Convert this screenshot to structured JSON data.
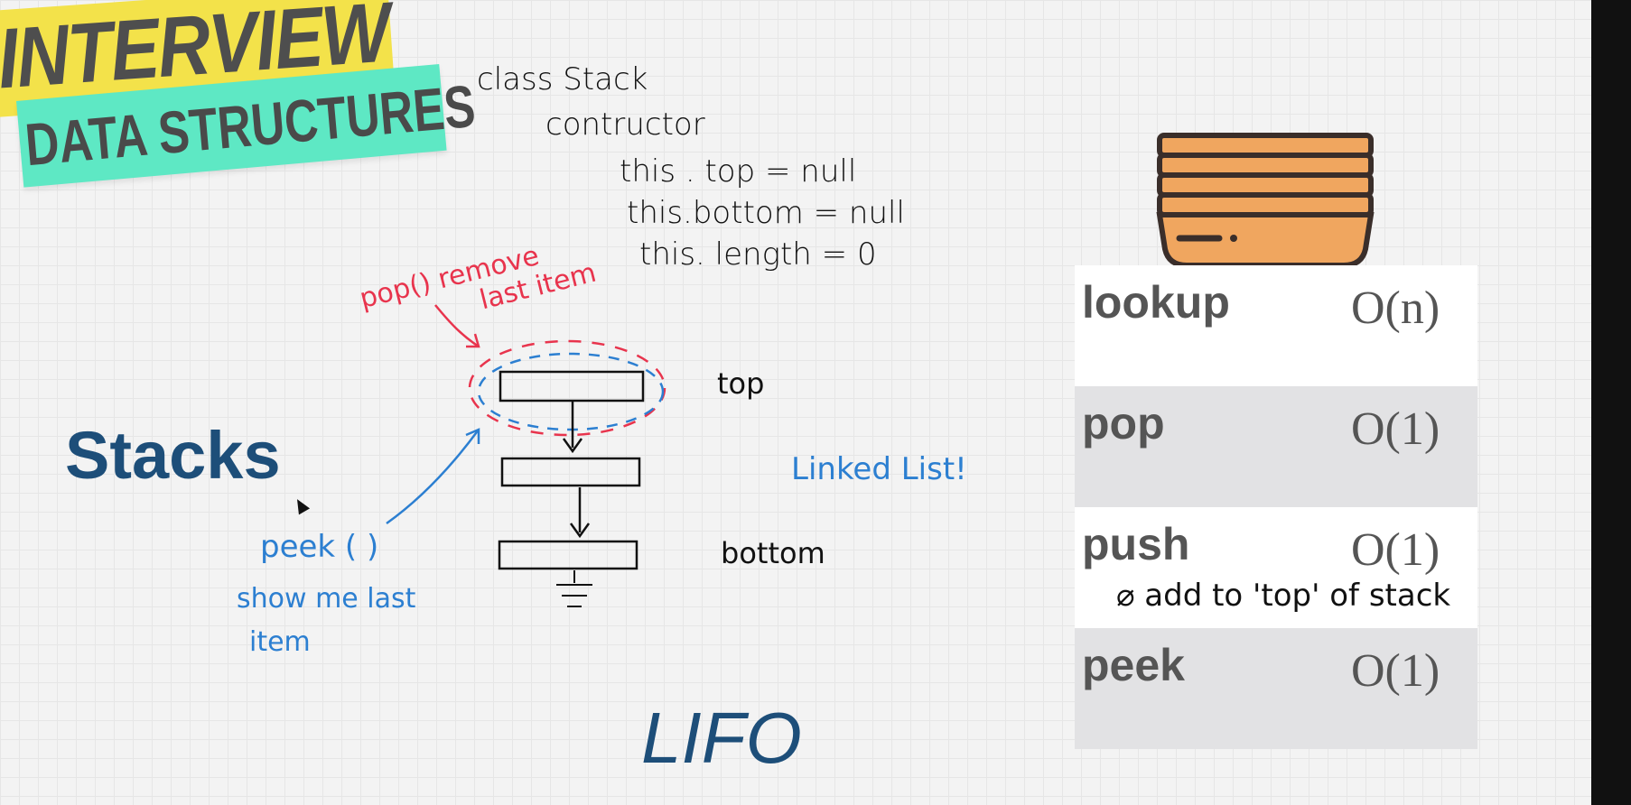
{
  "logo": {
    "line1": "INTERVIEW",
    "line2": "DATA STRUCTURES"
  },
  "code": {
    "line1": "class   Stack",
    "line2": "contructor",
    "line3": "this . top      = null",
    "line4": "this.bottom  = null",
    "line5": "this. length  =  0"
  },
  "title": "Stacks",
  "footer": "LIFO",
  "annotations": {
    "pop_line1": "pop()  remove",
    "pop_line2": "last  item",
    "top": "top",
    "bottom": "bottom",
    "linked_list": "Linked List!",
    "peek": "peek ( )",
    "peek_desc1": "show me last",
    "peek_desc2": "item"
  },
  "complexity": [
    {
      "op": "lookup",
      "big_o": "O(n)"
    },
    {
      "op": "pop",
      "big_o": "O(1)"
    },
    {
      "op": "push",
      "big_o": "O(1)"
    },
    {
      "op": "peek",
      "big_o": "O(1)"
    }
  ],
  "push_note": "⌀ add to 'top'  of stack",
  "colors": {
    "title_blue": "#1d4e79",
    "note_red": "#e8344d",
    "note_blue": "#2c7fd1",
    "logo_yellow": "#f3e24a",
    "logo_teal": "#5ee8c4",
    "plates": "#f0a65f"
  }
}
